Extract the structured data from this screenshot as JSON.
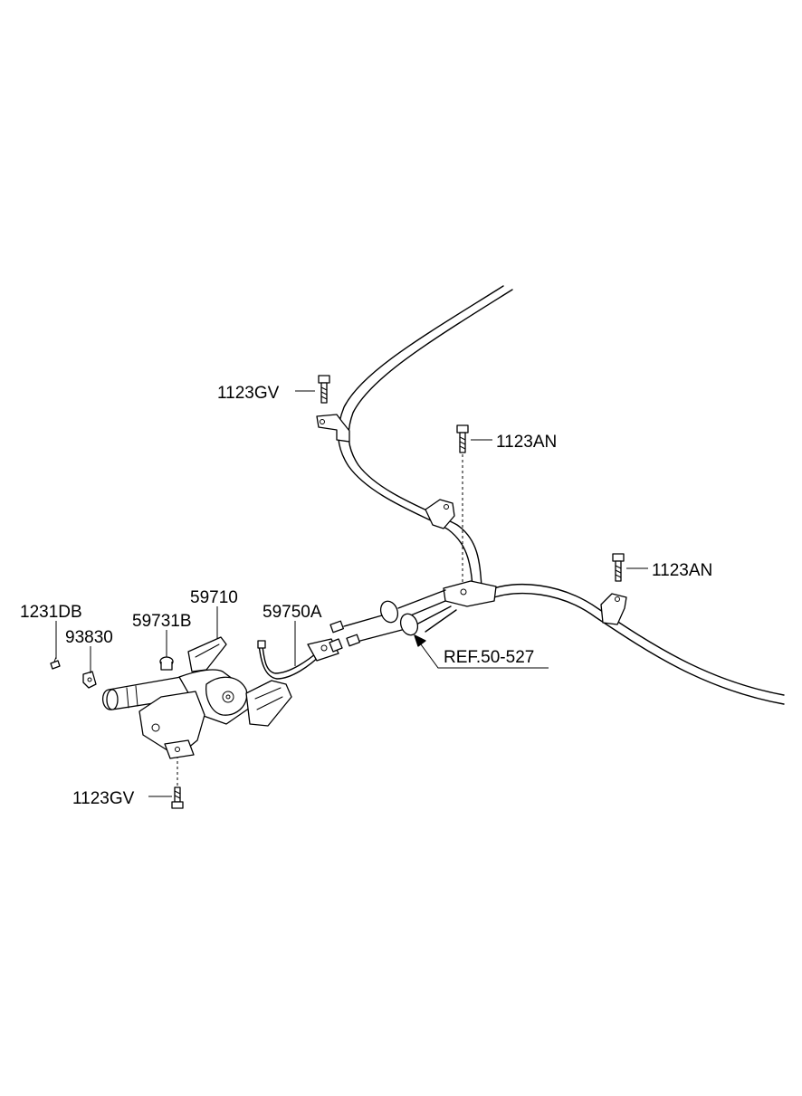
{
  "labels": {
    "bolt_top_left": "1123GV",
    "bolt_top_mid": "1123AN",
    "bolt_right": "1123AN",
    "bolt_bottom": "1123GV",
    "screw": "1231DB",
    "clip": "93830",
    "bushing": "59731B",
    "lever_assembly": "59710",
    "cable_switch": "59750A",
    "reference": "REF.50-527"
  },
  "colors": {
    "ink": "#000000",
    "paper": "#ffffff"
  }
}
